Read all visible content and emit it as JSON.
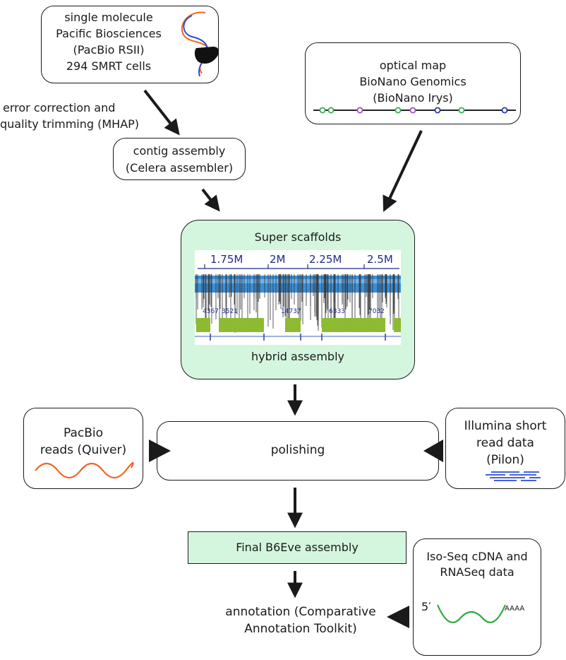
{
  "nodes": {
    "pacbio_source": {
      "lines": [
        "single molecule",
        "Pacific Biosciences",
        "(PacBio RSII)",
        "294 SMRT cells"
      ]
    },
    "optical_map": {
      "lines": [
        "optical map",
        "BioNano Genomics",
        "(BioNano Irys)"
      ]
    },
    "contig_assembly": {
      "lines": [
        "contig assembly",
        "(Celera assembler)"
      ]
    },
    "super_scaffolds": {
      "title": "Super scaffolds",
      "footer": "hybrid assembly",
      "axis_ticks": [
        "1.75M",
        "2M",
        "2.25M",
        "2.5M"
      ],
      "contig_ids": [
        "4367",
        "3521",
        "14737",
        "6333",
        "7032"
      ]
    },
    "polishing": {
      "label": "polishing"
    },
    "pacbio_reads": {
      "lines": [
        "PacBio",
        "reads (Quiver)"
      ]
    },
    "illumina": {
      "lines": [
        "Illumina short",
        "read data",
        "(Pilon)"
      ]
    },
    "final_assembly": {
      "label": "Final B6Eve assembly"
    },
    "annotation": {
      "lines": [
        "annotation (Comparative",
        "Annotation Toolkit)"
      ]
    },
    "isoseq": {
      "lines": [
        "Iso-Seq cDNA and",
        "RNASeq data"
      ],
      "five_prime": "5′",
      "poly_a": "AAAA"
    }
  },
  "edge_labels": {
    "error_correction": [
      "error correction and",
      "quality trimming (MHAP)"
    ]
  },
  "colors": {
    "green_fill": "#d5f6de",
    "orange": "#f26522",
    "blue": "#2b4bd8",
    "green_wave": "#2aaa3e",
    "optical_green": "#3aaa58",
    "optical_purple": "#a050c0",
    "optical_navy": "#2a3aa8"
  }
}
